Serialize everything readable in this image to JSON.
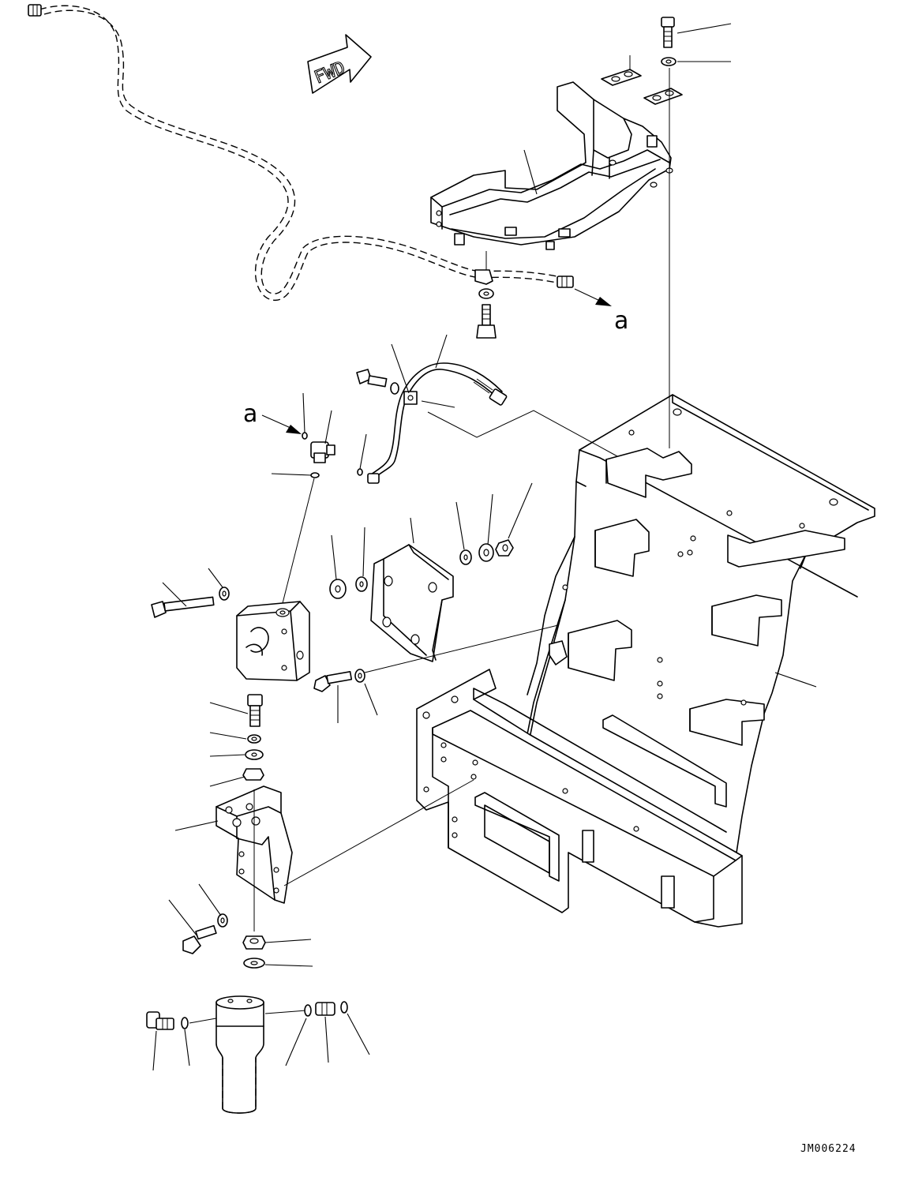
{
  "diagram": {
    "fwd_label": "FWD",
    "ref_label_top": "a",
    "ref_label_left": "a",
    "drawing_code": "JM006224"
  }
}
